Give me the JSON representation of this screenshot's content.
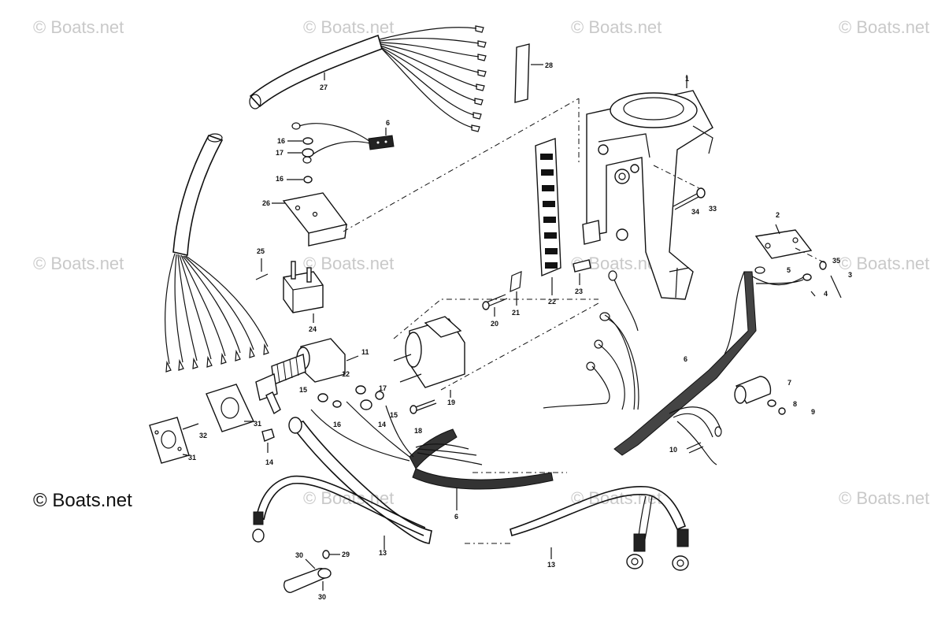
{
  "watermark": {
    "text": "© Boats.net",
    "color": "#c9c9c9"
  },
  "copyright": {
    "text": "© Boats.net"
  },
  "diagram": {
    "callouts": [
      {
        "id": "c1",
        "label": "1"
      },
      {
        "id": "c2",
        "label": "2"
      },
      {
        "id": "c3",
        "label": "3"
      },
      {
        "id": "c4",
        "label": "4"
      },
      {
        "id": "c5",
        "label": "5"
      },
      {
        "id": "c6a",
        "label": "6"
      },
      {
        "id": "c6b",
        "label": "6"
      },
      {
        "id": "c6c",
        "label": "6"
      },
      {
        "id": "c7",
        "label": "7"
      },
      {
        "id": "c8",
        "label": "8"
      },
      {
        "id": "c9",
        "label": "9"
      },
      {
        "id": "c10",
        "label": "10"
      },
      {
        "id": "c11",
        "label": "11"
      },
      {
        "id": "c12",
        "label": "12"
      },
      {
        "id": "c13a",
        "label": "13"
      },
      {
        "id": "c13b",
        "label": "13"
      },
      {
        "id": "c14a",
        "label": "14"
      },
      {
        "id": "c14b",
        "label": "14"
      },
      {
        "id": "c15a",
        "label": "15"
      },
      {
        "id": "c15b",
        "label": "15"
      },
      {
        "id": "c16a",
        "label": "16"
      },
      {
        "id": "c16b",
        "label": "16"
      },
      {
        "id": "c16c",
        "label": "16"
      },
      {
        "id": "c17a",
        "label": "17"
      },
      {
        "id": "c17b",
        "label": "17"
      },
      {
        "id": "c18",
        "label": "18"
      },
      {
        "id": "c19",
        "label": "19"
      },
      {
        "id": "c20",
        "label": "20"
      },
      {
        "id": "c21",
        "label": "21"
      },
      {
        "id": "c22",
        "label": "22"
      },
      {
        "id": "c23",
        "label": "23"
      },
      {
        "id": "c24",
        "label": "24"
      },
      {
        "id": "c25",
        "label": "25"
      },
      {
        "id": "c26",
        "label": "26"
      },
      {
        "id": "c27",
        "label": "27"
      },
      {
        "id": "c28",
        "label": "28"
      },
      {
        "id": "c29",
        "label": "29"
      },
      {
        "id": "c30a",
        "label": "30"
      },
      {
        "id": "c30b",
        "label": "30"
      },
      {
        "id": "c31a",
        "label": "31"
      },
      {
        "id": "c31b",
        "label": "31"
      },
      {
        "id": "c32",
        "label": "32"
      },
      {
        "id": "c33",
        "label": "33"
      },
      {
        "id": "c34",
        "label": "34"
      },
      {
        "id": "c35",
        "label": "35"
      }
    ]
  }
}
